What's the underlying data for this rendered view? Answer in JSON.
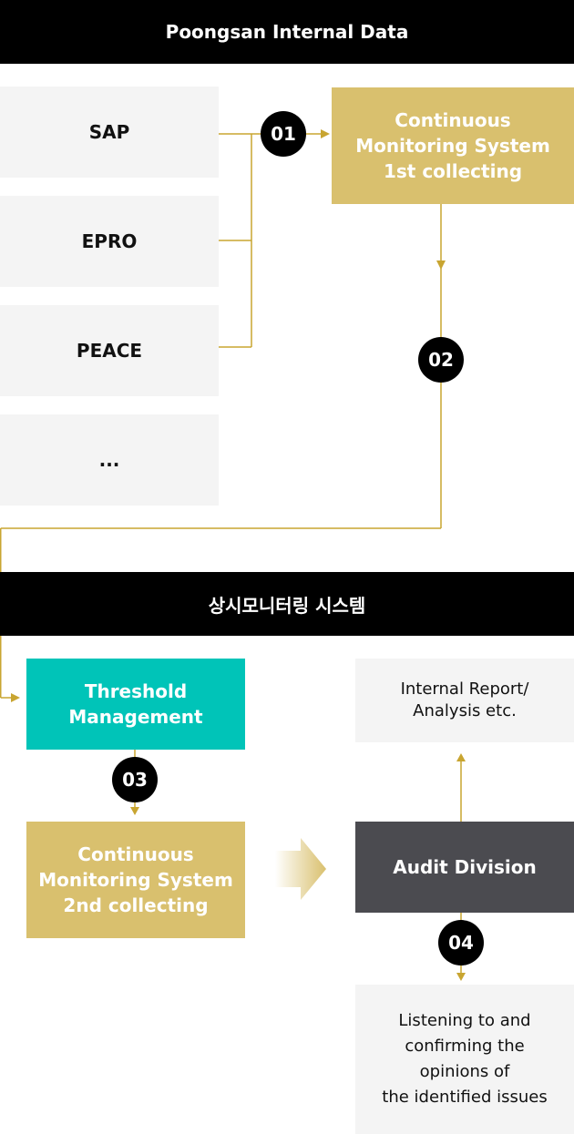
{
  "header": {
    "title": "Poongsan Internal Data"
  },
  "sources": {
    "sap": "SAP",
    "epro": "EPRO",
    "peace": "PEACE",
    "more": "..."
  },
  "cms1": {
    "label": "Continuous\nMonitoring System\n1st collecting"
  },
  "system_bar": {
    "title": "상시모니터링 시스템"
  },
  "threshold": {
    "label": "Threshold\nManagement"
  },
  "cms2": {
    "label": "Continuous\nMonitoring System\n2nd collecting"
  },
  "audit": {
    "label": "Audit Division"
  },
  "report": {
    "label": "Internal Report/\nAnalysis etc."
  },
  "listening": {
    "label": "Listening to and\nconfirming the\nopinions of\nthe identified issues"
  },
  "steps": {
    "s1": "01",
    "s2": "02",
    "s3": "03",
    "s4": "04"
  },
  "colors": {
    "gold": "#d9c06e",
    "teal": "#00c4b8",
    "dark": "#4b4b50",
    "light": "#f4f4f4",
    "black": "#000000"
  }
}
